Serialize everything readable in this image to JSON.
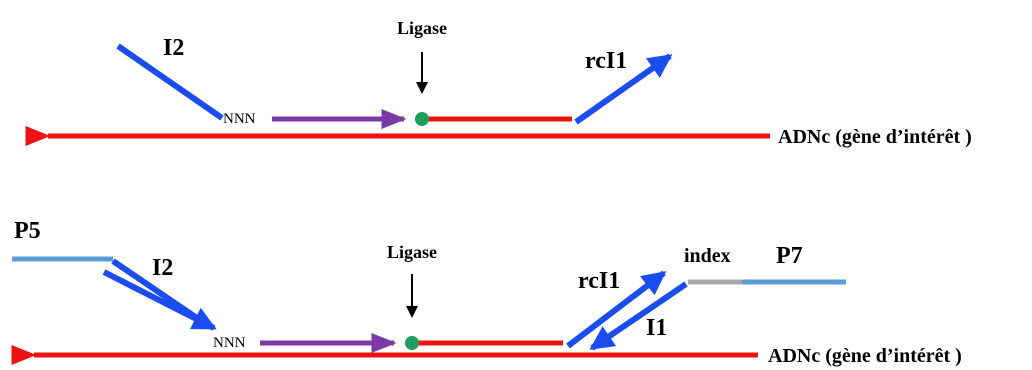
{
  "colors": {
    "cdna": "#ee1111",
    "primer": "#1a4cf0",
    "extension": "#7a3aa8",
    "ligation_point": "#1e9e5a",
    "adapter": "#5b9bd5",
    "index": "#a8a8a8",
    "text": "#000000"
  },
  "top_panel": {
    "ligase_label": "Ligase",
    "i2_label": "I2",
    "nnn_label": "NNN",
    "rci1_label": "rcI1",
    "cdna_label": "ADNc (gène d’intérêt )"
  },
  "bottom_panel": {
    "p5_label": "P5",
    "i2_label": "I2",
    "nnn_label": "NNN",
    "ligase_label": "Ligase",
    "rci1_label": "rcI1",
    "index_label": "index",
    "p7_label": "P7",
    "i1_label": "I1",
    "cdna_label": "ADNc (gène d’intérêt )"
  }
}
